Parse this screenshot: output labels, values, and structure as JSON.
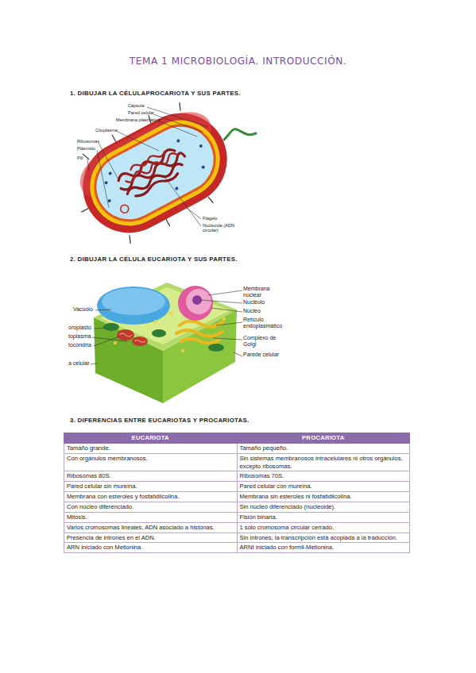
{
  "diagram": {
    "title": "TEMA 1 MICROBIOLOGÍA. INTRODUCCIÓN.",
    "labels": [
      "1. DIBUJAR LA CÉLULAPROCARIOTA Y SUS PARTES.",
      "Cápsula",
      "Pared celular",
      "Membrana plasmática",
      "Citoplasma",
      "Ribosomas",
      "Plásmido",
      "Pili",
      "Flagelo",
      "Nucleoide (ADN circular)",
      "2. DIBUJAR LA CÉLULA EUCARIOTA Y SUS PARTES.",
      "Membrana nuclear",
      "Nucléolo",
      "Núcleo",
      "Retículo endoplasmático",
      "Complexo de Golgi",
      "Parede celular",
      "Vacúolo",
      "oroplasto",
      "toplasma",
      "tocóndria",
      "a celular",
      "3. DIFERENCIAS ENTRE EUCARIOTAS Y PROCARIOTAS.",
      "EUCARIOTA",
      "PROCARIOTA",
      "Tamaño grande.",
      "Tamaño pequeño.",
      "Con orgánulos membranosos.",
      "Sin sistemas membranosos intracelulares ni otros orgánulos, excepto ribosomas.",
      "Ribosomas 80S.",
      "Ribosomas 70S.",
      "Pared celular sin mureína.",
      "Pared celular con mureína.",
      "Membrana con esteroles y fosfatidilcolina.",
      "Membrana sin esteroles ni fosfatidilcolina.",
      "Con núcleo diferenciado.",
      "Sin núcleo diferenciado (nucleoide).",
      "Mitosis.",
      "Fisión binaria.",
      "Varios cromosomas lineales, ADN asociado a histonas.",
      "1 solo cromosoma circular cerrado.",
      "Presencia de intrones en el ADN.",
      "Sin intrones, la transcripción está acoplada a la traducción.",
      "ARN iniciado con Metionina.",
      "ARNt iniciado con formil-Metionina."
    ]
  }
}
